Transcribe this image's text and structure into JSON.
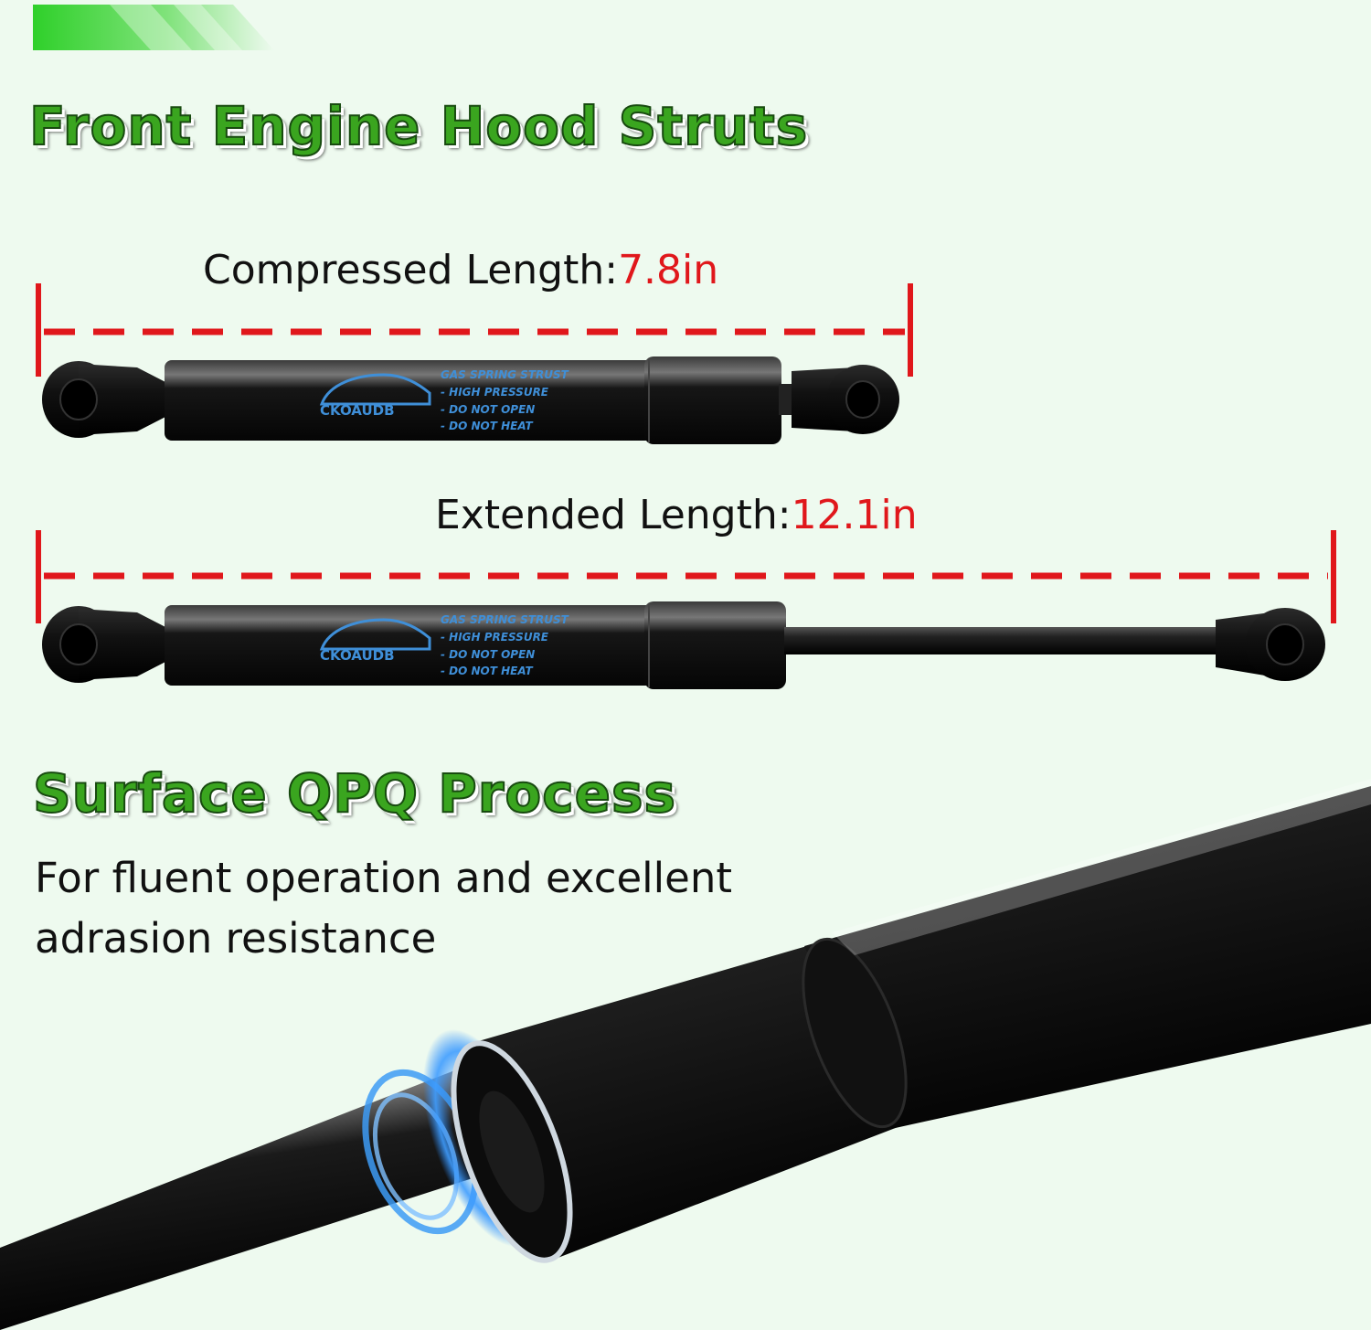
{
  "headings": {
    "front_engine": "Front Engine Hood Struts",
    "surface": "Surface QPQ Process"
  },
  "compressed": {
    "label": "Compressed Length:",
    "value": "7.8in"
  },
  "extended": {
    "label": "Extended Length:",
    "value": "12.1in"
  },
  "description": {
    "line1": "For fluent operation and excellent",
    "line2": "adrasion resistance"
  },
  "strut_label": {
    "brand": "CKOAUDB",
    "title": "GAS SPRING STRUST",
    "warning1": "- HIGH PRESSURE",
    "warning2": "- DO NOT OPEN",
    "warning3": "- DO NOT HEAT"
  },
  "colors": {
    "accent_green": "#3aa51f",
    "dimension_red": "#e0171b",
    "label_blue": "#3f8fd8",
    "background": "#eefaef"
  }
}
